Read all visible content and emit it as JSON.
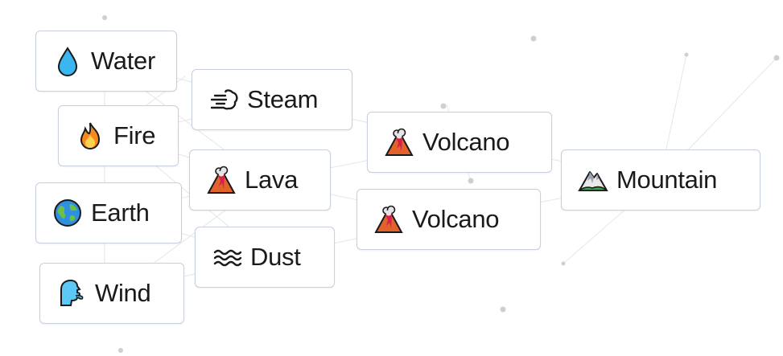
{
  "elements": [
    {
      "label": "Water",
      "icon": "water-drop-icon"
    },
    {
      "label": "Fire",
      "icon": "fire-icon"
    },
    {
      "label": "Earth",
      "icon": "earth-globe-icon"
    },
    {
      "label": "Wind",
      "icon": "wind-face-icon"
    },
    {
      "label": "Steam",
      "icon": "steam-puff-icon"
    },
    {
      "label": "Lava",
      "icon": "volcano-icon"
    },
    {
      "label": "Dust",
      "icon": "dust-waves-icon"
    },
    {
      "label": "Volcano",
      "icon": "volcano-icon"
    },
    {
      "label": "Volcano",
      "icon": "volcano-icon"
    },
    {
      "label": "Mountain",
      "icon": "mountain-icon"
    }
  ],
  "colors": {
    "tile_border": "#c7d0dc",
    "connector_line": "#e4e4e4",
    "dot": "#cfcfcf"
  }
}
